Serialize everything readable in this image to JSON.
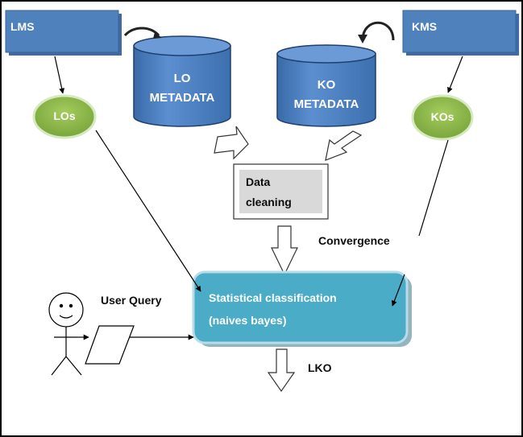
{
  "lms": "LMS",
  "kms": "KMS",
  "lo_metadata": [
    "LO",
    "METADATA"
  ],
  "ko_metadata": [
    "KO",
    "METADATA"
  ],
  "los": "LOs",
  "kos": "KOs",
  "data_cleaning": [
    "Data",
    "cleaning"
  ],
  "convergence": "Convergence",
  "classifier": [
    "Statistical classification",
    "(naives bayes)"
  ],
  "user_query": "User Query",
  "lko": "LKO",
  "colors": {
    "box_blue": "#4f81bd",
    "oval_green": "#8db94a",
    "classifier_teal": "#4aacc6",
    "cleaning_gray": "#d9d9d9"
  }
}
